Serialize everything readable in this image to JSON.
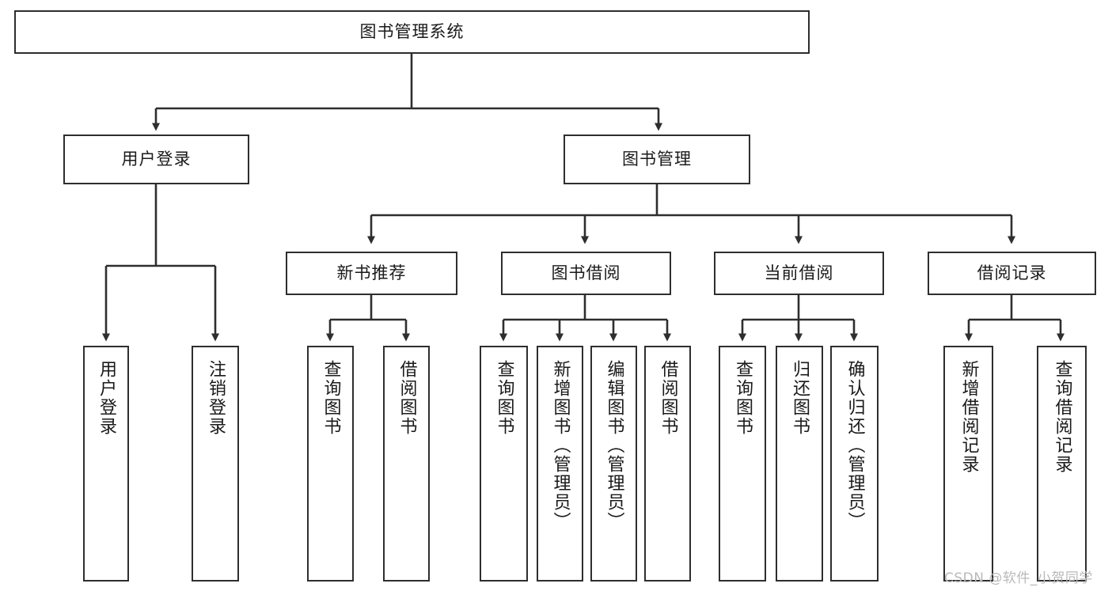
{
  "diagram": {
    "title": "图书管理系统",
    "type": "tree",
    "nodes": {
      "root": {
        "label": "图书管理系统"
      },
      "level2": [
        {
          "id": "user-login",
          "label": "用户登录"
        },
        {
          "id": "book-manage",
          "label": "图书管理"
        }
      ],
      "level3": [
        {
          "id": "new-book-recommend",
          "label": "新书推荐"
        },
        {
          "id": "book-borrow",
          "label": "图书借阅"
        },
        {
          "id": "current-borrow",
          "label": "当前借阅"
        },
        {
          "id": "borrow-record",
          "label": "借阅记录"
        }
      ],
      "leaves": {
        "user_login": [
          {
            "id": "leaf-user-login",
            "label": "用户登录"
          },
          {
            "id": "leaf-logout-login",
            "label": "注销登录"
          }
        ],
        "new_book_recommend": [
          {
            "id": "leaf-query-book-1",
            "label": "查询图书"
          },
          {
            "id": "leaf-borrow-book-1",
            "label": "借阅图书"
          }
        ],
        "book_borrow": [
          {
            "id": "leaf-query-book-2",
            "label": "查询图书"
          },
          {
            "id": "leaf-add-book",
            "label": "新增图书（管理员）"
          },
          {
            "id": "leaf-edit-book",
            "label": "编辑图书（管理员）"
          },
          {
            "id": "leaf-borrow-book-2",
            "label": "借阅图书"
          }
        ],
        "current_borrow": [
          {
            "id": "leaf-query-book-3",
            "label": "查询图书"
          },
          {
            "id": "leaf-return-book",
            "label": "归还图书"
          },
          {
            "id": "leaf-confirm-return",
            "label": "确认归还（管理员）"
          }
        ],
        "borrow_record": [
          {
            "id": "leaf-add-borrow-record",
            "label": "新增借阅记录"
          },
          {
            "id": "leaf-query-borrow-record",
            "label": "查询借阅记录"
          }
        ]
      }
    },
    "colors": {
      "stroke": "#2e2e2e",
      "fill": "#ffffff",
      "text": "#1a1a1a",
      "watermark": "#b9b9b9"
    }
  },
  "watermark": {
    "text": "CSDN @软件_小贺同学"
  }
}
